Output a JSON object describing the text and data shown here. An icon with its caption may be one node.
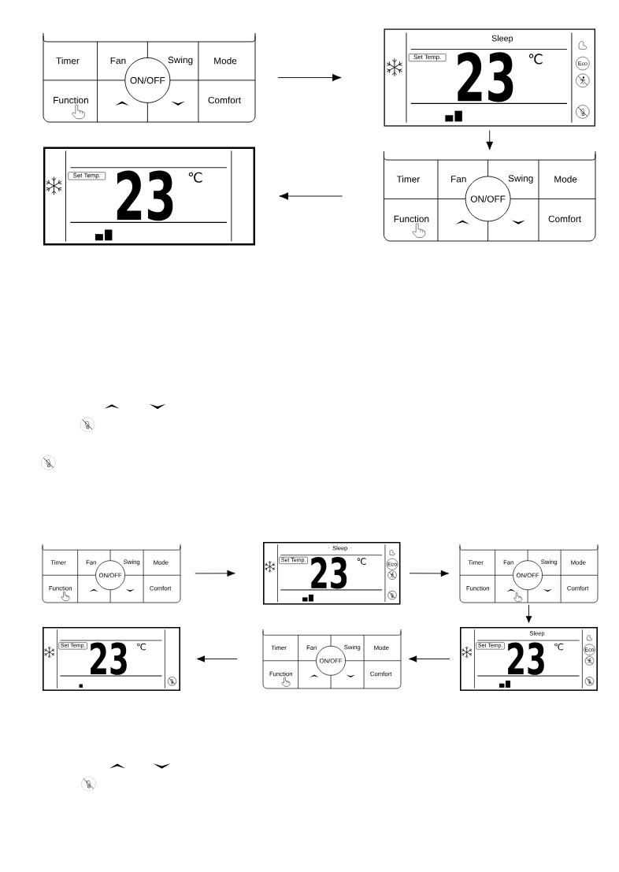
{
  "diagram": {
    "nodes": [
      {
        "text": [
          "Timer",
          "Fan",
          "Swing",
          "Mode",
          "ON/OFF",
          "Function",
          "Comfort"
        ]
      },
      {
        "text": [
          "Sleep",
          "Set Temp.",
          "23",
          "℃",
          "Eco"
        ]
      },
      {
        "text": [
          "Set Temp.",
          "23",
          "℃"
        ]
      },
      {
        "text": [
          "Timer",
          "Fan",
          "Swing",
          "Mode",
          "ON/OFF",
          "Function",
          "Comfort"
        ]
      },
      {
        "text": [
          "Timer",
          "Fan",
          "Swing",
          "Mode",
          "ON/OFF",
          "Function",
          "Comfort"
        ]
      },
      {
        "text": [
          "Sleep",
          "Set Temp.",
          "23",
          "℃",
          "Eco"
        ]
      },
      {
        "text": [
          "Timer",
          "Fan",
          "Swing",
          "Mode",
          "ON/OFF",
          "Function",
          "Comfort"
        ]
      },
      {
        "text": [
          "Set Temp.",
          "23",
          "℃"
        ]
      },
      {
        "text": [
          "Timer",
          "Fan",
          "Swing",
          "Mode",
          "ON/OFF",
          "Function",
          "Comfort"
        ]
      },
      {
        "text": [
          "Sleep",
          "Set Temp.",
          "23",
          "℃",
          "Eco"
        ]
      }
    ],
    "edges": [
      {
        "from": 0,
        "to": 1,
        "arrow": "to"
      },
      {
        "from": 1,
        "to": 3,
        "arrow": "to"
      },
      {
        "from": 3,
        "to": 2,
        "arrow": "to"
      },
      {
        "from": 4,
        "to": 5,
        "arrow": "to"
      },
      {
        "from": 5,
        "to": 6,
        "arrow": "to"
      },
      {
        "from": 6,
        "to": 9,
        "arrow": "to"
      },
      {
        "from": 9,
        "to": 8,
        "arrow": "to"
      },
      {
        "from": 8,
        "to": 7,
        "arrow": "to"
      }
    ]
  }
}
